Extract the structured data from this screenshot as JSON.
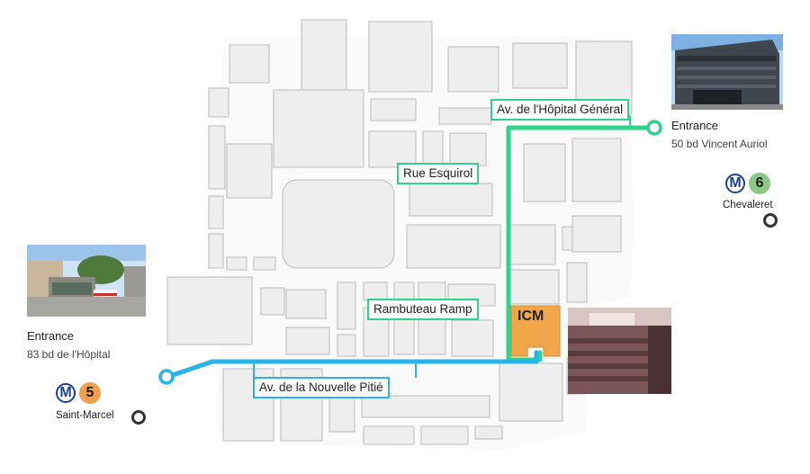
{
  "streets": {
    "hopital_general": "Av. de l'Hôpital  Général",
    "esquirol": "Rue Esquirol",
    "rambuteau": "Rambuteau Ramp",
    "nouvelle_pitie": "Av. de la Nouvelle Pitié"
  },
  "building": {
    "icm_label": "ICM"
  },
  "entrances": {
    "east": {
      "title": "Entrance",
      "address": "50 bd Vincent Auriol"
    },
    "west": {
      "title": "Entrance",
      "address": "83 bd de l'Hôpital"
    }
  },
  "metro": {
    "east": {
      "symbol": "M",
      "line": "6",
      "station": "Chevaleret",
      "line_color": "#8bc785"
    },
    "west": {
      "symbol": "M",
      "line": "5",
      "station": "Saint-Marcel",
      "line_color": "#f29f4c"
    }
  },
  "colors": {
    "green_route": "#2fd38e",
    "blue_route": "#27b5e6",
    "icm_fill": "#f2a64a",
    "building_fill": "#eeeeee",
    "metro_blue": "#1c3f95"
  },
  "icons": {
    "metro_symbol": "metro-circle-icon",
    "station_marker": "station-dot-icon",
    "route_endpoint": "route-endpoint-icon"
  }
}
